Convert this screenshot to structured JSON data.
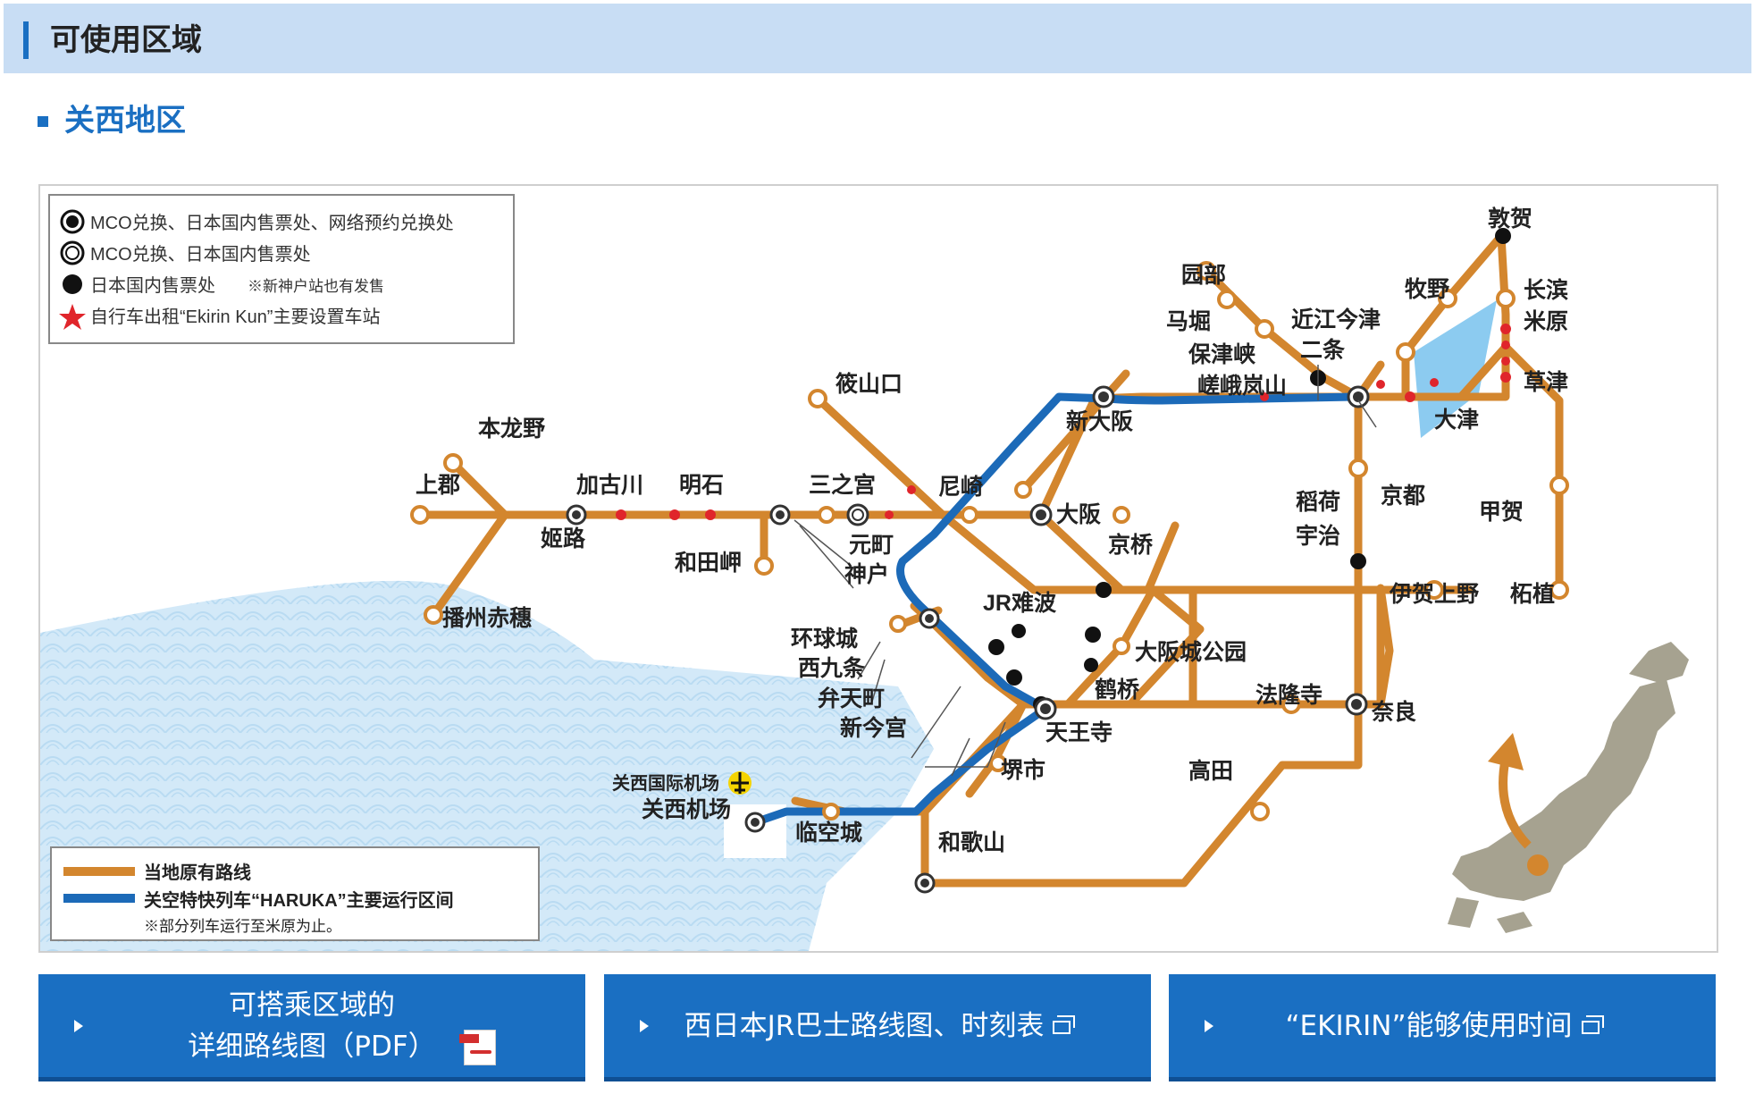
{
  "header": {
    "title": "可使用区域"
  },
  "region": {
    "title": "关西地区"
  },
  "legend_top": [
    {
      "icon": "double-ring-filled-icon",
      "text": "MCO兑换、日本国内售票处、网络预约兑换处"
    },
    {
      "icon": "double-ring-icon",
      "text": "MCO兑换、日本国内售票处"
    },
    {
      "icon": "filled-dot-icon",
      "text": "日本国内售票处"
    },
    {
      "icon": "red-star-icon",
      "text": "自行车出租“Ekirin Kun”主要设置车站"
    }
  ],
  "legend_top_note": "※新神户站也有发售",
  "legend_bottom": {
    "local_line": "当地原有路线",
    "haruka_line": "关空特快列车“HARUKA”主要运行区间",
    "note": "※部分列车运行至米原为止。"
  },
  "colors": {
    "local_line": "#d3862e",
    "haruka_line": "#1c6ab8",
    "lake": "#8ccbf0",
    "sea": "#cfe6f6",
    "japan": "#a6a290",
    "red": "#e0252b"
  },
  "stations": {
    "tsuruga": "敦贺",
    "sonobe": "园部",
    "makino": "牧野",
    "nagahama": "长滨",
    "umahori": "马堀",
    "omiimazu": "近江今津",
    "maibara": "米原",
    "hozukyo": "保津峡",
    "nijo": "二条",
    "kusatsu": "草津",
    "saga": "嵯峨岚山",
    "sasayama": "筱山口",
    "shinosaka": "新大阪",
    "honryuno": "本龙野",
    "otsu": "大津",
    "kamigori": "上郡",
    "kakogawa": "加古川",
    "akashi": "明石",
    "sannomiya": "三之宫",
    "amagasaki": "尼崎",
    "osaka": "大阪",
    "inari": "稻荷",
    "kyoto": "京都",
    "koka": "甲贺",
    "himeji": "姬路",
    "motomachi": "元町",
    "kobe": "神户",
    "kyobashi": "京桥",
    "uji": "宇治",
    "wadamisaki": "和田岬",
    "igaueno": "伊贺上野",
    "tsuge": "柘植",
    "banshuako": "播州赤穗",
    "jrnamba": "JR难波",
    "universal": "环球城",
    "nishikujo": "西九条",
    "osakajokoen": "大阪城公园",
    "bentencho": "弁天町",
    "tsuruhashi": "鹤桥",
    "horyuji": "法隆寺",
    "shinimamiya": "新今宫",
    "tennoji": "天王寺",
    "nara": "奈良",
    "sakai": "堺市",
    "takada": "高田",
    "kix_airport": "关西国际机场",
    "kix": "关西机场",
    "rinku": "临空城",
    "wakayama": "和歌山"
  },
  "buttons": [
    {
      "line1": "可搭乘区域的",
      "line2": "详细路线图（PDF）"
    },
    {
      "label": "西日本JR巴士路线图、时刻表"
    },
    {
      "label": "“EKIRIN”能够使用时间"
    }
  ]
}
